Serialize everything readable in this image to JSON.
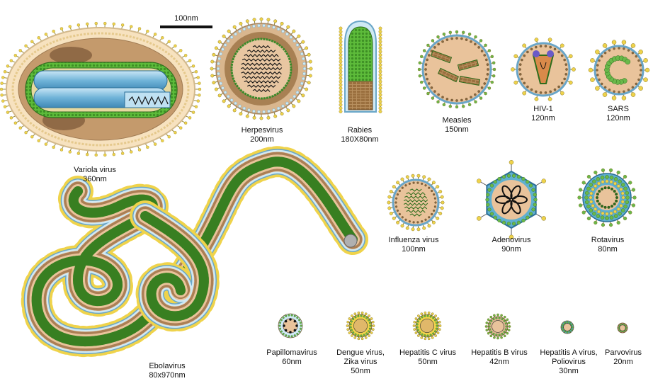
{
  "scale_bar": {
    "label": "100nm"
  },
  "viruses": [
    {
      "key": "variola",
      "name": "Variola virus",
      "size": "360nm"
    },
    {
      "key": "herpes",
      "name": "Herpesvirus",
      "size": "200nm"
    },
    {
      "key": "rabies",
      "name": "Rabies",
      "size": "180X80nm"
    },
    {
      "key": "measles",
      "name": "Measles",
      "size": "150nm"
    },
    {
      "key": "hiv",
      "name": "HIV-1",
      "size": "120nm"
    },
    {
      "key": "sars",
      "name": "SARS",
      "size": "120nm"
    },
    {
      "key": "influenza",
      "name": "Influenza virus",
      "size": "100nm"
    },
    {
      "key": "adeno",
      "name": "Adenovirus",
      "size": "90nm"
    },
    {
      "key": "rota",
      "name": "Rotavirus",
      "size": "80nm"
    },
    {
      "key": "ebola",
      "name": "Ebolavirus",
      "size": "80x970nm"
    },
    {
      "key": "papilloma",
      "name": "Papillomavirus",
      "size": "60nm"
    },
    {
      "key": "dengue",
      "name": "Dengue virus,",
      "name2": "Zika virus",
      "size": "50nm"
    },
    {
      "key": "hepc",
      "name": "Hepatitis C virus",
      "size": "50nm"
    },
    {
      "key": "hepb",
      "name": "Hepatitis B virus",
      "size": "42nm"
    },
    {
      "key": "hepa",
      "name": "Hepatitis A virus,",
      "name2": "Poliovirus",
      "size": "30nm"
    },
    {
      "key": "parvo",
      "name": "Parvovirus",
      "size": "20nm"
    }
  ]
}
